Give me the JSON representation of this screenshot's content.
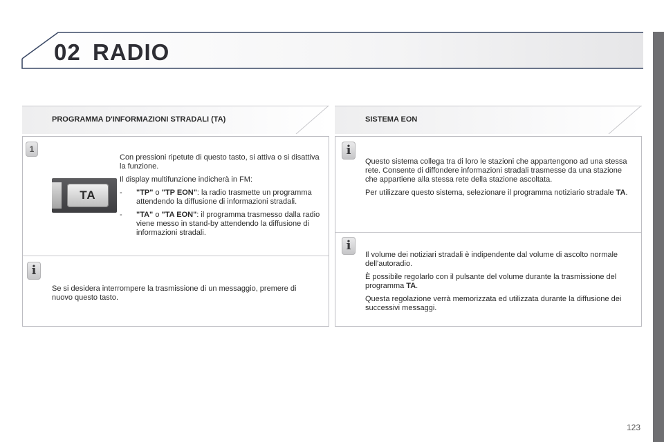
{
  "header": {
    "chapter_number": "02",
    "chapter_title": "RADIO"
  },
  "left": {
    "section_title": "PROGRAMMA D'INFORMAZIONI STRADALI (TA)",
    "step_icon": "1",
    "intro": "Con pressioni ripetute di questo tasto, si attiva o si disattiva la funzione.",
    "display_note": "Il display multifunzione indicherà in FM:",
    "button_label": "TA",
    "bullets": [
      {
        "dash": "-",
        "code1": "\"TP\"",
        "sep": " o ",
        "code2": "\"TP EON\"",
        "text": ": la radio trasmette un programma attendendo la diffusione di informazioni stradali."
      },
      {
        "dash": "-",
        "code1": "\"TA\"",
        "sep": " o ",
        "code2": "\"TA EON\"",
        "text": ": il programma trasmesso dalla radio viene messo in stand-by attendendo la diffusione di informazioni stradali."
      }
    ],
    "info_icon": "i",
    "info_text": "Se si desidera interrompere la trasmissione di un messaggio, premere di nuovo questo tasto."
  },
  "right": {
    "section_title": "SISTEMA EON",
    "info_icon": "i",
    "para1": "Questo sistema collega tra di loro le stazioni che appartengono ad una stessa rete. Consente di diffondere informazioni stradali trasmesse da una stazione che appartiene alla stessa rete della stazione ascoltata.",
    "para2_prefix": "Per utilizzare questo sistema, selezionare il programma notiziario stradale ",
    "para2_bold": "TA",
    "para2_suffix": ".",
    "para3": "Il volume dei notiziari stradali è indipendente dal volume di ascolto normale dell'autoradio.",
    "para4_prefix": "È possibile regolarlo con il pulsante del volume durante la trasmissione del programma ",
    "para4_bold": "TA",
    "para4_suffix": ".",
    "para5": "Questa regolazione verrà memorizzata ed utilizzata durante la diffusione dei successivi messaggi."
  },
  "page_number": "123"
}
